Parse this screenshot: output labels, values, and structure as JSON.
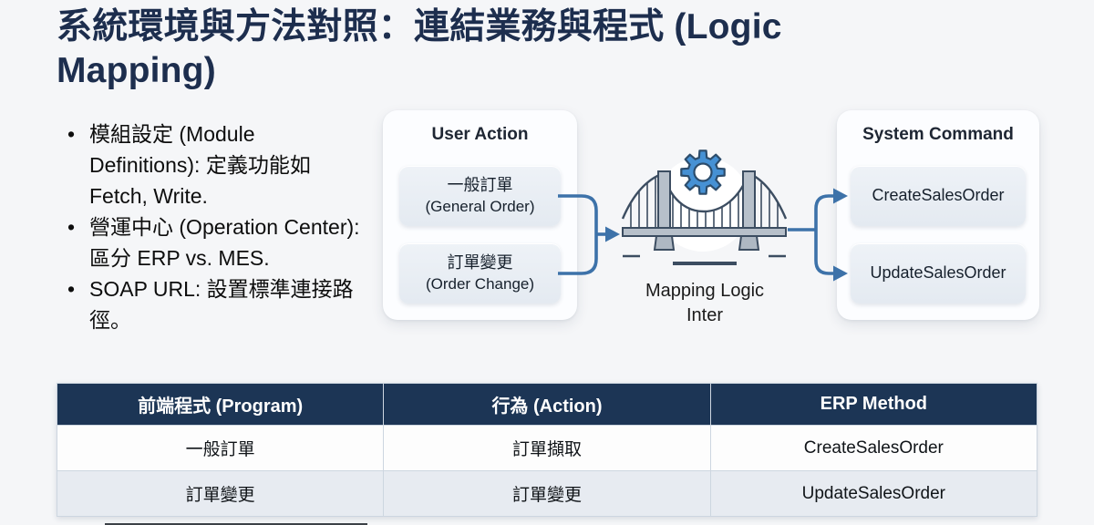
{
  "slide": {
    "title": "系統環境與方法對照：連結業務與程式 (Logic Mapping)",
    "bullets": [
      "模組設定 (Module Definitions): 定義功能如 Fetch, Write.",
      "營運中心 (Operation Center): 區分 ERP vs. MES.",
      "SOAP URL: 設置標準連接路徑。"
    ]
  },
  "diagram": {
    "user_action": {
      "title": "User Action",
      "items": [
        {
          "zh": "一般訂單",
          "en": "(General Order)"
        },
        {
          "zh": "訂單變更",
          "en": "(Order Change)"
        }
      ]
    },
    "mapping": {
      "label_line1": "Mapping Logic",
      "label_line2": "Inter",
      "icon": "bridge-gear-icon"
    },
    "system_command": {
      "title": "System Command",
      "items": [
        {
          "label": "CreateSalesOrder"
        },
        {
          "label": "UpdateSalesOrder"
        }
      ]
    }
  },
  "table": {
    "headers": [
      "前端程式 (Program)",
      "行為 (Action)",
      "ERP Method"
    ],
    "rows": [
      [
        "一般訂單",
        "訂單擷取",
        "CreateSalesOrder"
      ],
      [
        "訂單變更",
        "訂單變更",
        "UpdateSalesOrder"
      ]
    ]
  },
  "colors": {
    "accent_blue": "#3d72a9",
    "gear_blue": "#4691d4",
    "header_navy": "#1c3555",
    "title_navy": "#1d2e4e"
  }
}
